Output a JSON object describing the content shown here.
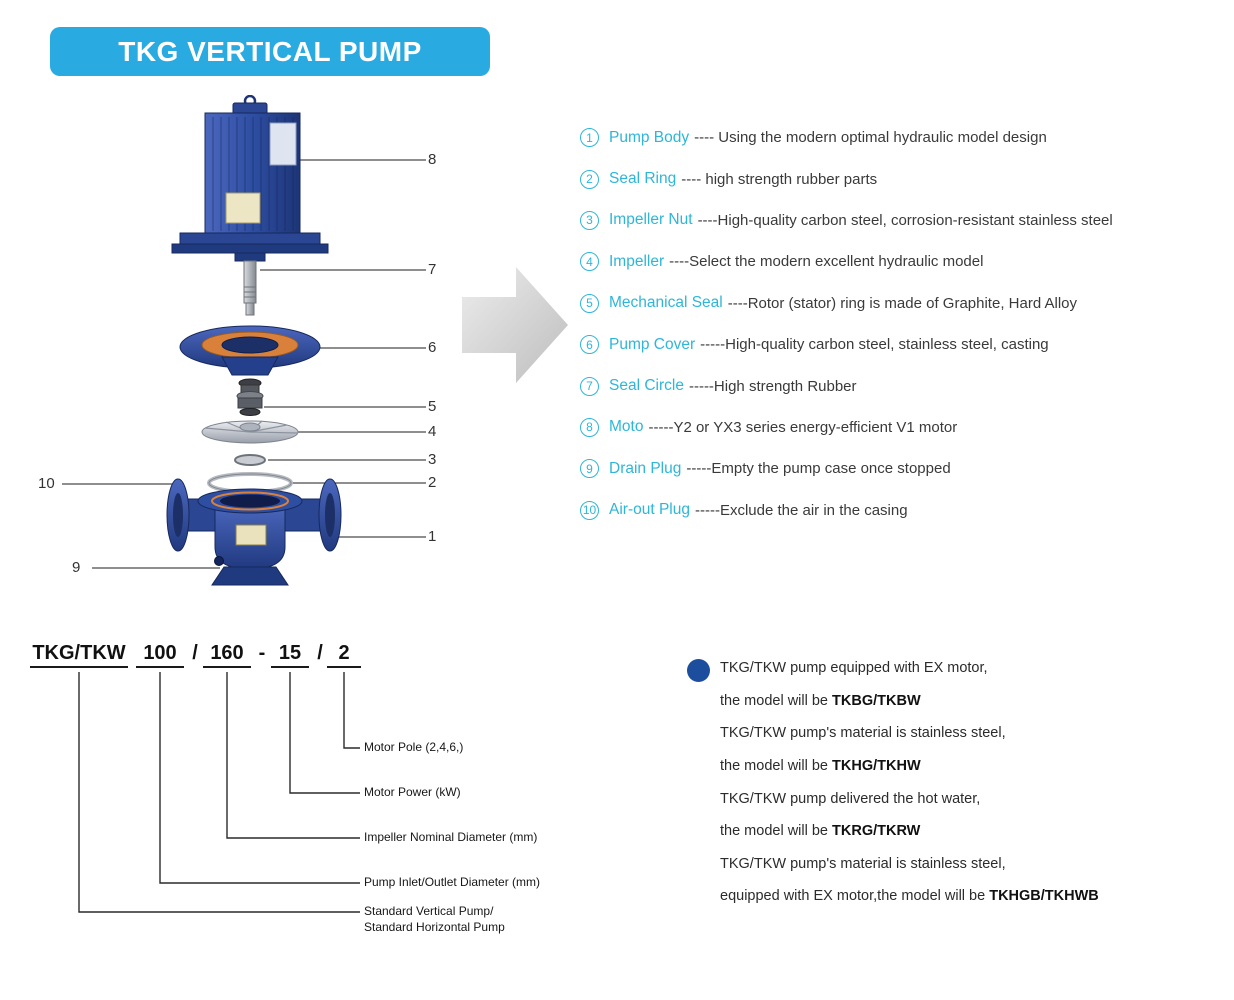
{
  "header": {
    "title": "TKG VERTICAL PUMP"
  },
  "diagram": {
    "callouts": [
      {
        "label": "8"
      },
      {
        "label": "7"
      },
      {
        "label": "6"
      },
      {
        "label": "5"
      },
      {
        "label": "4"
      },
      {
        "label": "3"
      },
      {
        "label": "2"
      },
      {
        "label": "1"
      },
      {
        "label": "10"
      },
      {
        "label": "9"
      }
    ]
  },
  "parts_list": {
    "items": [
      {
        "num": "1",
        "name": "Pump Body",
        "desc": "---- Using the modern optimal hydraulic model design"
      },
      {
        "num": "2",
        "name": "Seal Ring",
        "desc": "---- high strength rubber parts"
      },
      {
        "num": "3",
        "name": "Impeller Nut",
        "desc": "----High-quality carbon steel, corrosion-resistant stainless steel"
      },
      {
        "num": "4",
        "name": "Impeller",
        "desc": "----Select the modern excellent hydraulic model"
      },
      {
        "num": "5",
        "name": "Mechanical Seal",
        "desc": "----Rotor (stator) ring is made of Graphite, Hard Alloy"
      },
      {
        "num": "6",
        "name": "Pump Cover",
        "desc": "-----High-quality carbon steel, stainless steel, casting"
      },
      {
        "num": "7",
        "name": "Seal Circle",
        "desc": "-----High strength Rubber"
      },
      {
        "num": "8",
        "name": "Moto",
        "desc": "-----Y2 or YX3 series energy-efficient V1 motor"
      },
      {
        "num": "9",
        "name": "Drain Plug",
        "desc": "-----Empty the pump case once stopped"
      },
      {
        "num": "10",
        "name": "Air-out Plug",
        "desc": "-----Exclude the air in the casing"
      }
    ]
  },
  "model_code": {
    "segments": [
      "TKG/TKW",
      "100",
      "/",
      "160",
      "-",
      "15",
      "/",
      "2"
    ],
    "labels": [
      "Motor Pole (2,4,6,)",
      "Motor Power (kW)",
      "Impeller Nominal Diameter (mm)",
      "Pump Inlet/Outlet Diameter (mm)",
      "Standard Vertical Pump/",
      "Standard Horizontal Pump"
    ]
  },
  "notes": {
    "lines": [
      {
        "pre": "TKG/TKW pump equipped with EX motor,",
        "bold": ""
      },
      {
        "pre": "the model will be ",
        "bold": "TKBG/TKBW"
      },
      {
        "pre": "TKG/TKW pump's material is stainless steel,",
        "bold": ""
      },
      {
        "pre": "the model will be ",
        "bold": "TKHG/TKHW"
      },
      {
        "pre": "TKG/TKW pump delivered the hot water,",
        "bold": ""
      },
      {
        "pre": "the model will be ",
        "bold": "TKRG/TKRW"
      },
      {
        "pre": "TKG/TKW pump's material is stainless steel,",
        "bold": ""
      },
      {
        "pre": "equipped with EX motor,the model will be ",
        "bold": "TKHGB/TKHWB"
      }
    ]
  },
  "colors": {
    "banner": "#29aae1",
    "part_name": "#2eb6d9",
    "text": "#3a3a3a",
    "pump_blue": "#2e4ea2",
    "gasket_orange": "#d9813a",
    "bullet_blue": "#1d4e9e"
  }
}
